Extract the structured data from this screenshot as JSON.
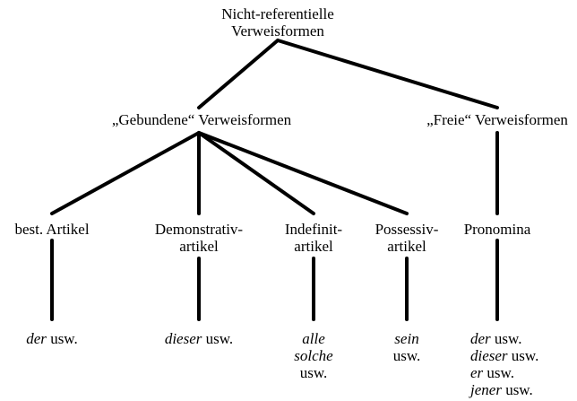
{
  "root": [
    "Nicht-referentielle",
    "Verweisformen"
  ],
  "gebunden": "„Gebundene“ Verweisformen",
  "frei": "„Freie“ Verweisformen",
  "cat_best": "best. Artikel",
  "cat_demo": [
    "Demonstrativ-",
    "artikel"
  ],
  "cat_indef": [
    "Indefinit-",
    "artikel"
  ],
  "cat_poss": [
    "Possessiv-",
    "artikel"
  ],
  "cat_pron": "Pronomina",
  "ex_best": {
    "word": "der",
    "rest": " usw."
  },
  "ex_demo": {
    "word": "dieser",
    "rest": " usw."
  },
  "ex_indef": [
    "alle",
    "solche",
    "usw."
  ],
  "ex_poss": [
    "sein",
    "usw."
  ],
  "ex_pron": [
    {
      "word": "der",
      "rest": " usw."
    },
    {
      "word": "dieser",
      "rest": " usw."
    },
    {
      "word": "er",
      "rest": " usw."
    },
    {
      "word": "jener",
      "rest": " usw."
    }
  ],
  "colors": {
    "ink": "#000000",
    "paper": "#ffffff"
  }
}
